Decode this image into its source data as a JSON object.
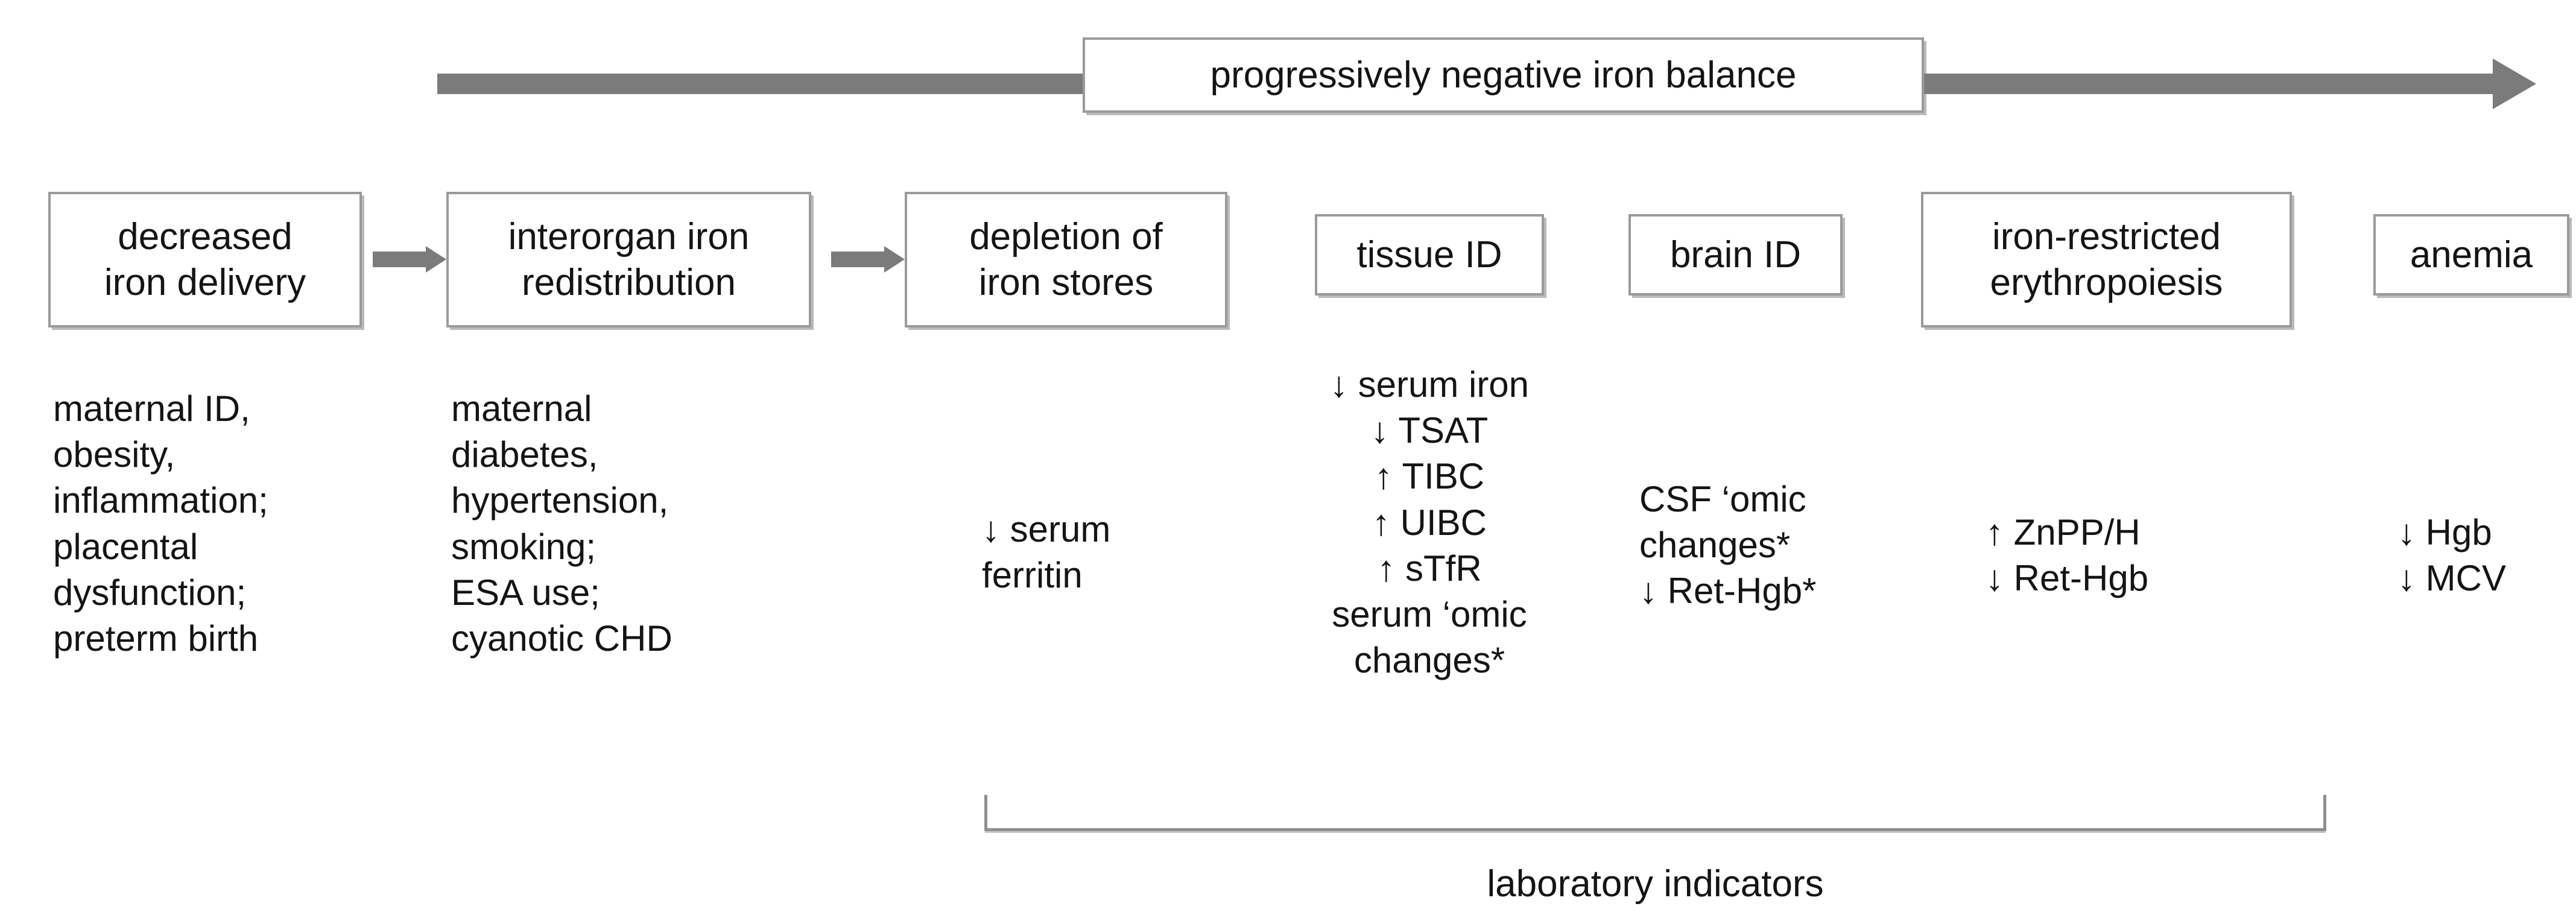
{
  "figure": {
    "title": "progressively negative iron balance",
    "bracket_label": "laboratory indicators"
  },
  "progression_arrow": {
    "label": "progressively negative iron balance",
    "direction": "left-to-right",
    "color": "#7b7b7b"
  },
  "stages": [
    {
      "id": "decreased-iron-delivery",
      "box_label": "decreased\niron delivery",
      "details": "maternal ID,\nobesity,\ninflammation;\nplacental\ndysfunction;\npreterm birth",
      "detail_align": "left"
    },
    {
      "id": "interorgan-iron-redistribution",
      "box_label": "interorgan iron\nredistribution",
      "details": "maternal\ndiabetes,\nhypertension,\nsmoking;\nESA use;\ncyanotic CHD",
      "detail_align": "left"
    },
    {
      "id": "depletion-of-iron-stores",
      "box_label": "depletion of\niron stores",
      "details": "↓ serum\nferritin",
      "detail_align": "left"
    },
    {
      "id": "tissue-id",
      "box_label": "tissue ID",
      "details": "↓ serum iron\n↓ TSAT\n↑ TIBC\n↑ UIBC\n↑ sTfR\nserum ‘omic\nchanges*",
      "detail_align": "center"
    },
    {
      "id": "brain-id",
      "box_label": "brain ID",
      "details": "CSF ‘omic\nchanges*\n↓ Ret-Hgb*",
      "detail_align": "left"
    },
    {
      "id": "iron-restricted-erythropoiesis",
      "box_label": "iron-restricted\nerythropoiesis",
      "details": "↑ ZnPP/H\n↓ Ret-Hgb",
      "detail_align": "left"
    },
    {
      "id": "anemia",
      "box_label": "anemia",
      "details": "↓ Hgb\n↓ MCV",
      "detail_align": "left"
    }
  ],
  "step_arrows": [
    {
      "from": "decreased-iron-delivery",
      "to": "interorgan-iron-redistribution"
    },
    {
      "from": "interorgan-iron-redistribution",
      "to": "depletion-of-iron-stores"
    }
  ],
  "colors": {
    "box_border": "#9a9a9a",
    "arrow_gray": "#7b7b7b",
    "bracket_gray": "#8f8f8f",
    "text": "#141414",
    "background": "#ffffff"
  }
}
